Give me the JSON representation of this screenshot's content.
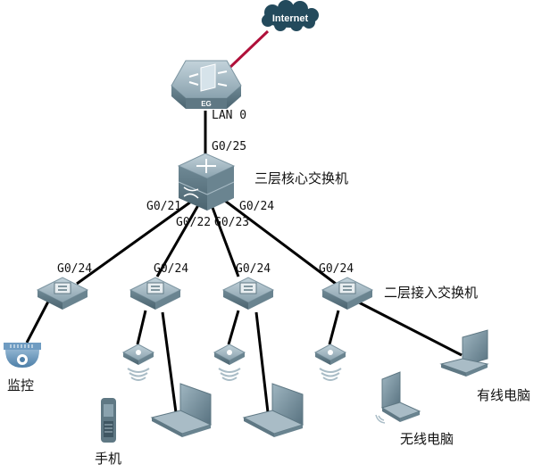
{
  "title": "Network Topology",
  "colors": {
    "wan_link": "#b0103a",
    "lan_link": "#000000",
    "device_top": "#a9bcc6",
    "device_side": "#5f7884",
    "cloud": "#234a5c"
  },
  "nodes": {
    "internet": {
      "label": "Internet",
      "icon": "cloud-icon"
    },
    "gateway": {
      "badge": "EG",
      "icon": "egress-gateway-icon",
      "port_label": "LAN 0"
    },
    "core_switch": {
      "label": "三层核心交换机",
      "icon": "layer3-switch-icon",
      "uplink_port": "G0/25",
      "downlink_ports": [
        "G0/21",
        "G0/22",
        "G0/23",
        "G0/24"
      ]
    },
    "access_switches": [
      {
        "uplink_port": "G0/24",
        "icon": "layer2-switch-icon"
      },
      {
        "uplink_port": "G0/24",
        "icon": "layer2-switch-icon"
      },
      {
        "uplink_port": "G0/24",
        "icon": "layer2-switch-icon"
      },
      {
        "uplink_port": "G0/24",
        "icon": "layer2-switch-icon",
        "label": "二层接入交换机"
      }
    ],
    "endpoints": {
      "camera": {
        "label": "监控",
        "icon": "surveillance-camera-icon"
      },
      "phone": {
        "label": "手机",
        "icon": "mobile-phone-icon"
      },
      "wireless_pc": {
        "label": "无线电脑",
        "icon": "wireless-laptop-icon"
      },
      "wired_pc": {
        "label": "有线电脑",
        "icon": "laptop-icon"
      }
    }
  }
}
